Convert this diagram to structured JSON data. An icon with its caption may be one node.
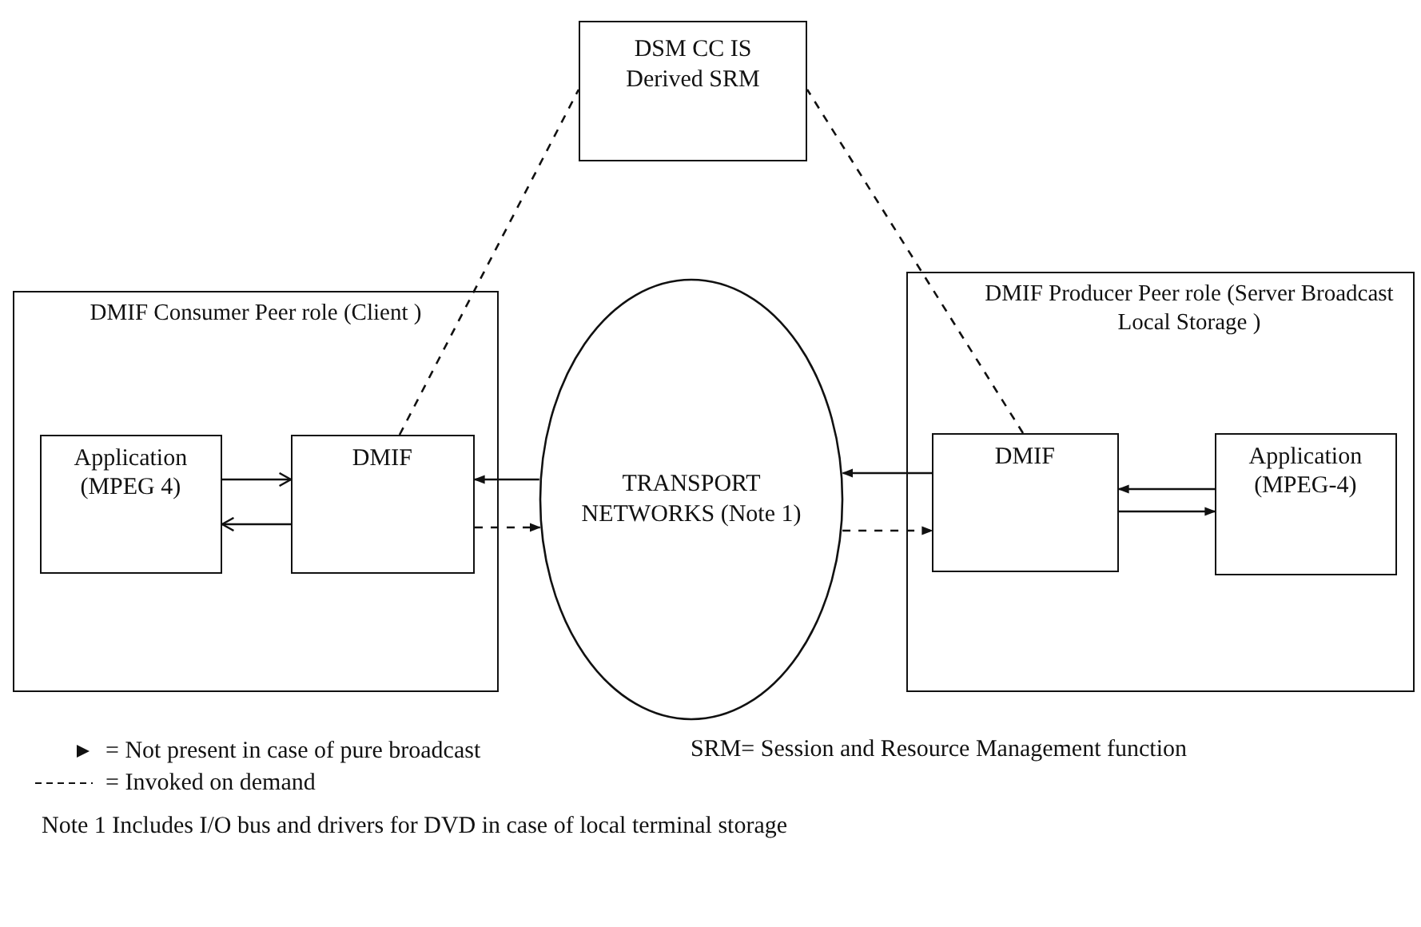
{
  "diagram": {
    "nodes": [
      {
        "text": [
          "DSM CC IS Derived SRM"
        ]
      },
      {
        "text": [
          "DMIF Consumer Peer role (Client )"
        ]
      },
      {
        "text": [
          "Application (MPEG 4)"
        ],
        "in": 1
      },
      {
        "text": [
          "DMIF"
        ],
        "in": 1
      },
      {
        "text": [
          "TRANSPORT NETWORKS (Note 1)"
        ]
      },
      {
        "text": [
          "DMIF Producer Peer role (Server  Broadcast  Local Storage )"
        ]
      },
      {
        "text": [
          "DMIF"
        ],
        "in": 5
      },
      {
        "text": [
          "Application (MPEG-4)"
        ],
        "in": 5
      }
    ],
    "edges": [
      {
        "from": 3,
        "to": 0,
        "arrow": "none",
        "style": "dashed"
      },
      {
        "from": 6,
        "to": 0,
        "arrow": "none",
        "style": "dashed"
      },
      {
        "from": 2,
        "to": 3,
        "arrow": "to"
      },
      {
        "from": 3,
        "to": 2,
        "arrow": "to"
      },
      {
        "from": 4,
        "to": 3,
        "arrow": "to"
      },
      {
        "from": 3,
        "to": 4,
        "arrow": "to",
        "style": "dashed"
      },
      {
        "from": 6,
        "to": 4,
        "arrow": "to"
      },
      {
        "from": 4,
        "to": 6,
        "arrow": "to",
        "style": "dashed"
      },
      {
        "from": 7,
        "to": 6,
        "arrow": "to"
      },
      {
        "from": 6,
        "to": 7,
        "arrow": "to"
      }
    ],
    "labels": [
      "SRM= Session and Resource Management function",
      "Note 1  Includes I/O bus and drivers for DVD in case of local terminal storage"
    ],
    "legend": [
      {
        "text": "= Not present in case of pure broadcast"
      },
      {
        "text": "= Invoked on demand"
      }
    ]
  }
}
